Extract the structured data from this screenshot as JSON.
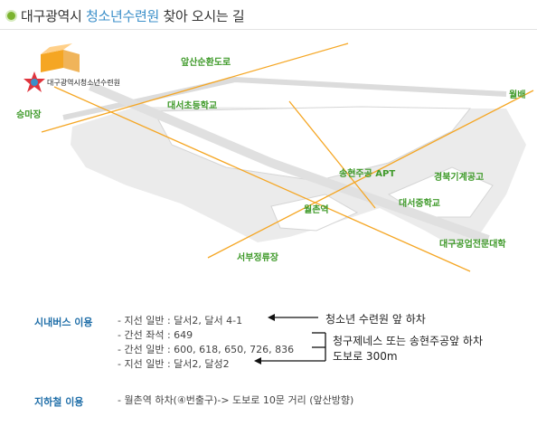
{
  "page": {
    "title_prefix": "대구광역시",
    "title_highlight": "청소년수련원",
    "title_suffix": "찾아 오시는 길"
  },
  "map": {
    "logo_text": "대구광역시청소년수련원",
    "labels": {
      "apsan_road": "앞산순환도로",
      "wolbae": "월배",
      "seungmajang": "승마장",
      "daeseo_elementary": "대서초등학교",
      "songhyeon_apt": "송현주공 APT",
      "gyeongbuk_tech": "경북기계공고",
      "daeseo_middle": "대서중학교",
      "wolchon_station": "월촌역",
      "seobu_terminal": "서부정류장",
      "daegu_tech_college": "대구공업전문대학"
    },
    "colors": {
      "road": "#ebebeb",
      "line": "#f5a623",
      "label": "#3f9a2a"
    }
  },
  "bus": {
    "label": "시내버스 이용",
    "lines": [
      "- 지선 일반 : 달서2, 달서 4-1",
      "- 간선 좌석 : 649",
      "- 간선 일반 : 600, 618, 650, 726, 836",
      "- 지선 일반 : 달서2, 달성2"
    ],
    "note_1": "청소년 수련원 앞 하차",
    "note_2_line1": "청구제네스 또는 송현주공앞 하차",
    "note_2_line2": "도보로 300m"
  },
  "subway": {
    "label": "지하철 이용",
    "line": "- 월촌역 하차(④번출구)-> 도보로 10문 거리 (앞산방향)"
  }
}
